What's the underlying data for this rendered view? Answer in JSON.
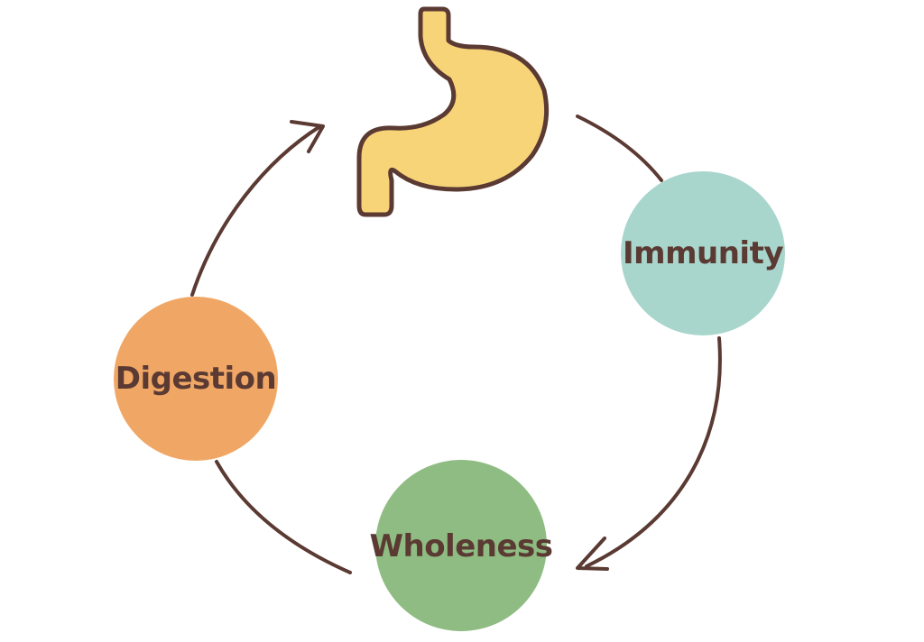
{
  "nodes": {
    "immunity": {
      "label": "Immunity",
      "color": "#a8d5cc"
    },
    "wholeness": {
      "label": "Wholeness",
      "color": "#8fbc82"
    },
    "digestion": {
      "label": "Digestion",
      "color": "#f0a766"
    }
  },
  "colors": {
    "stomach_fill": "#f8d478",
    "outline": "#5a3a32",
    "text": "#5a3a32"
  },
  "icons": {
    "center": "stomach-icon"
  }
}
